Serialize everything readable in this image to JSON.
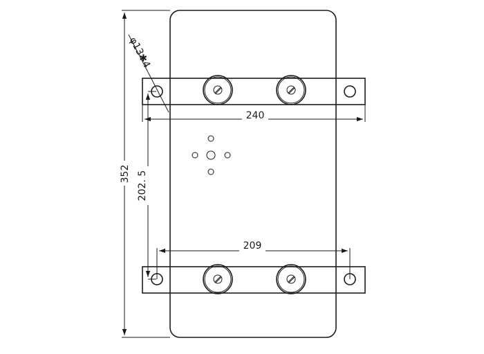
{
  "dimensions": {
    "overall_height": "352",
    "hole_spec": "φ13✱4",
    "bracket_span_top": "240",
    "bracket_span_bottom": "209",
    "hole_vertical_spacing": "202. 5"
  }
}
